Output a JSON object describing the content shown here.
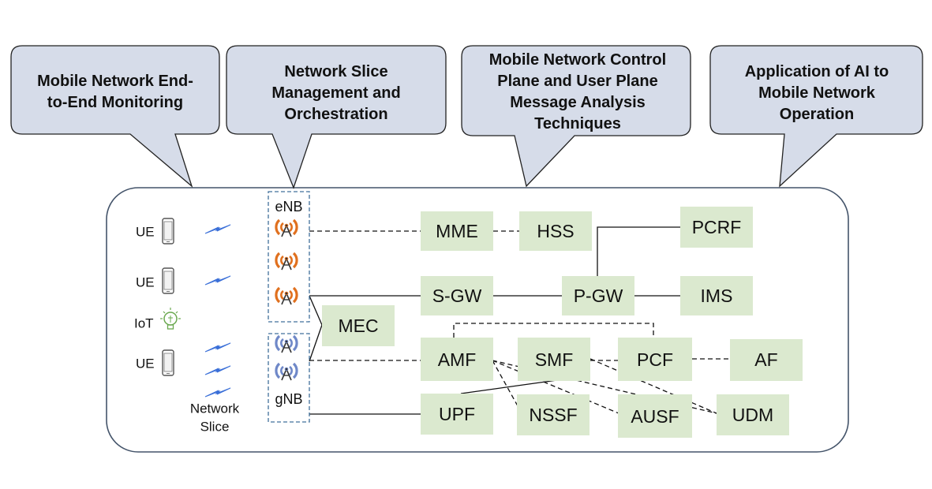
{
  "callouts": [
    {
      "id": "monitoring",
      "lines": [
        "Mobile Network End-",
        "to-End Monitoring"
      ]
    },
    {
      "id": "slice",
      "lines": [
        "Network Slice",
        "Management and",
        "Orchestration"
      ]
    },
    {
      "id": "message",
      "lines": [
        "Mobile Network Control",
        "Plane and User Plane",
        "Message Analysis",
        "Techniques"
      ]
    },
    {
      "id": "ai",
      "lines": [
        "Application of AI to",
        "Mobile Network",
        "Operation"
      ]
    }
  ],
  "devices": [
    {
      "label": "UE",
      "icon": "smartphone-icon"
    },
    {
      "label": "UE",
      "icon": "smartphone-icon"
    },
    {
      "label": "IoT",
      "icon": "lightbulb-icon"
    },
    {
      "label": "UE",
      "icon": "smartphone-icon"
    }
  ],
  "labels": {
    "enb": "eNB",
    "gnb": "gNB",
    "network_slice_line1": "Network",
    "network_slice_line2": "Slice"
  },
  "nodes": {
    "mme": "MME",
    "hss": "HSS",
    "pcrf": "PCRF",
    "sgw": "S-GW",
    "pgw": "P-GW",
    "ims": "IMS",
    "mec": "MEC",
    "amf": "AMF",
    "smf": "SMF",
    "pcf": "PCF",
    "af": "AF",
    "upf": "UPF",
    "nssf": "NSSF",
    "ausf": "AUSF",
    "udm": "UDM"
  },
  "colors": {
    "callout_fill": "#d6dce9",
    "callout_stroke": "#222222",
    "node_fill": "#dbe9cf",
    "panel_stroke": "#44546a",
    "enb_antenna": "#e0701e",
    "gnb_antenna": "#6f88c8",
    "radio_link": "#3a6fd8",
    "dashed_box": "#41719c"
  }
}
